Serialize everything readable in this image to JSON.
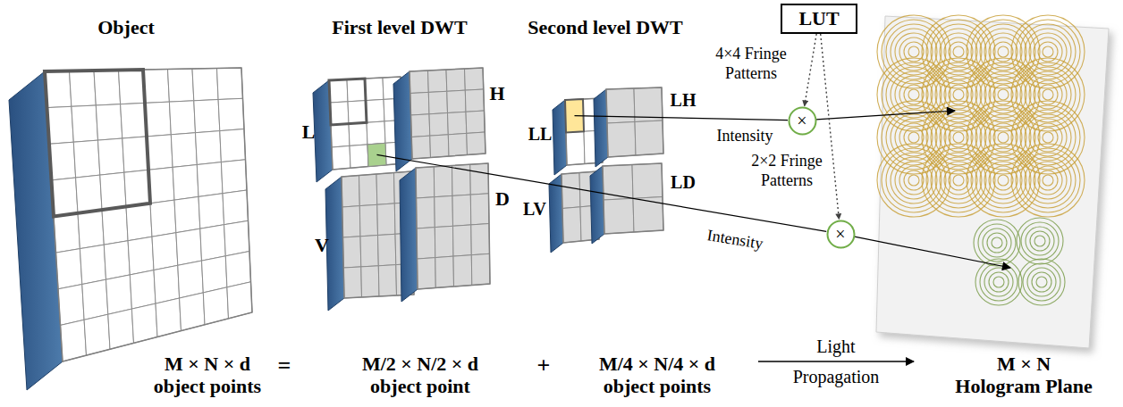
{
  "diagram": {
    "nodes": [
      {
        "text": [
          "LUT"
        ]
      },
      {
        "text": [
          "×"
        ]
      },
      {
        "text": [
          "×"
        ]
      }
    ],
    "edges": [
      {
        "from": 0,
        "to": 1,
        "arrow": "to"
      },
      {
        "from": 0,
        "to": 2,
        "arrow": "to"
      }
    ],
    "labels": [
      "Object",
      "First level DWT",
      "Second level DWT",
      "4×4 Fringe Patterns",
      "2×2 Fringe Patterns",
      "Intensity",
      "Intensity",
      "L",
      "H",
      "V",
      "D",
      "LL",
      "LH",
      "LV",
      "LD",
      "M × N × d object points",
      "=",
      "M/2 × N/2 × d object point",
      "+",
      "M/4 × N/4 × d object points",
      "Light Propagation",
      "M × N Hologram Plane"
    ]
  }
}
